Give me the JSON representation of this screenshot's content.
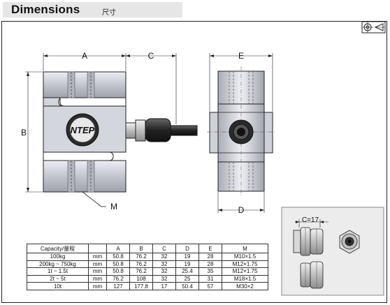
{
  "header": {
    "title": "Dimensions",
    "subtitle": "尺寸"
  },
  "labels": {
    "A": "A",
    "B": "B",
    "C": "C",
    "D": "D",
    "E": "E",
    "M": "M",
    "inset": "C=17",
    "logo": "NTEP"
  },
  "icons": {
    "projection": "projection-symbol-icon"
  },
  "colors": {
    "metal": "#c9cbd2",
    "metal_dark": "#9a9ca6",
    "line": "#222222",
    "inset_bg": "#ececec"
  },
  "table": {
    "headers": [
      "Capacity/量程",
      "",
      "A",
      "B",
      "C",
      "D",
      "E",
      "M"
    ],
    "rows": [
      [
        "100kg",
        "mm",
        "50.8",
        "76.2",
        "32",
        "19",
        "28",
        "M10×1.5"
      ],
      [
        "200kg ~ 750kg",
        "mm",
        "50.8",
        "76.2",
        "32",
        "19",
        "28",
        "M12×1.75"
      ],
      [
        "1t ~ 1.5t",
        "mm",
        "50.8",
        "76.2",
        "32",
        "25.4",
        "35",
        "M12×1.75"
      ],
      [
        "2t ~ 5t",
        "mm",
        "76.2",
        "108",
        "32",
        "25",
        "31",
        "M18×1.5"
      ],
      [
        "10t",
        "mm",
        "127",
        "177.8",
        "17",
        "50.4",
        "57",
        "M30×2"
      ]
    ]
  }
}
